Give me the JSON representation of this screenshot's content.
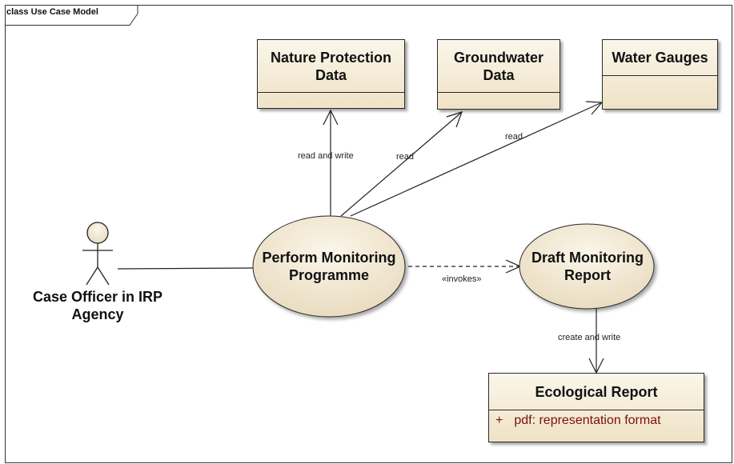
{
  "frame": {
    "title": "class Use Case Model"
  },
  "classes": {
    "nature_protection": "Nature Protection Data",
    "groundwater": "Groundwater Data",
    "water_gauges": "Water Gauges",
    "ecological_report": {
      "name": "Ecological Report",
      "attribute_visibility": "+",
      "attribute": "pdf:  representation format"
    }
  },
  "use_cases": {
    "perform_monitoring": "Perform Monitoring Programme",
    "draft_report": "Draft Monitoring Report"
  },
  "actor": {
    "name": "Case Officer in IRP Agency"
  },
  "relations": {
    "read_and_write": "read and write",
    "read_groundwater": "read",
    "read_gauges": "read",
    "invokes": "«invokes»",
    "create_and_write": "create and write"
  },
  "colors": {
    "fill_top": "#fbf6ea",
    "fill_bottom": "#efe2c6",
    "attribute": "#7a1010"
  }
}
